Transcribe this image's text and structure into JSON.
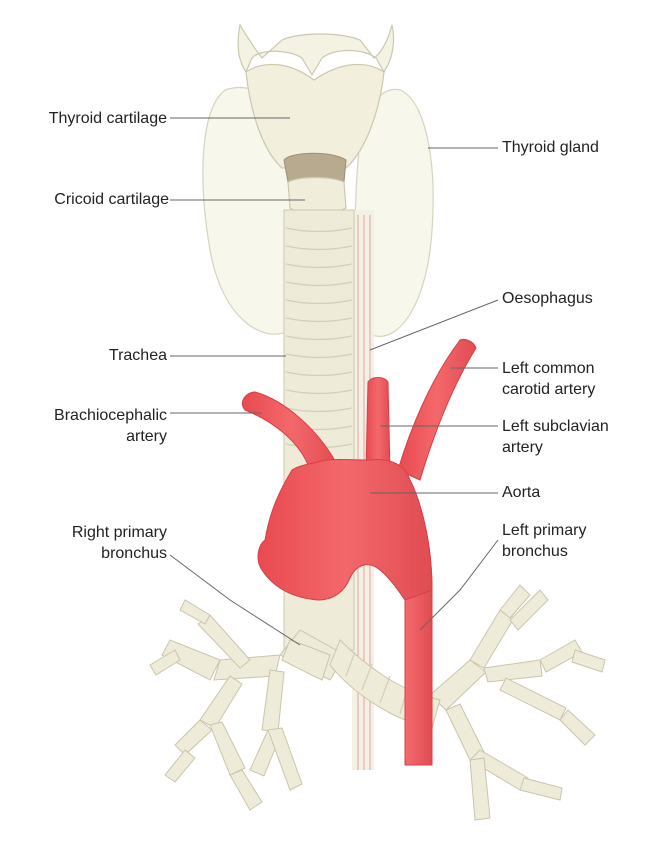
{
  "figure": {
    "labels": {
      "thyroid_cartilage": "Thyroid cartilage",
      "cricoid_cartilage": "Cricoid cartilage",
      "trachea": "Trachea",
      "brachiocephalic_1": "Brachiocephalic",
      "brachiocephalic_2": "artery",
      "right_bronchus_1": "Right primary",
      "right_bronchus_2": "bronchus",
      "thyroid_gland": "Thyroid gland",
      "oesophagus": "Oesophagus",
      "left_carotid_1": "Left common",
      "left_carotid_2": "carotid artery",
      "left_subclavian_1": "Left subclavian",
      "left_subclavian_2": "artery",
      "aorta": "Aorta",
      "left_bronchus_1": "Left primary",
      "left_bronchus_2": "bronchus"
    },
    "colors": {
      "artery": "#ef5a5e",
      "artery_dark": "#d9444a",
      "cartilage": "#ece9d5",
      "cartilage_outline": "#c9c5ad",
      "thyroid_gland": "#f7f6ea",
      "cricoid_band": "#b4a58c",
      "leader_line": "#666666",
      "text": "#222222"
    }
  }
}
